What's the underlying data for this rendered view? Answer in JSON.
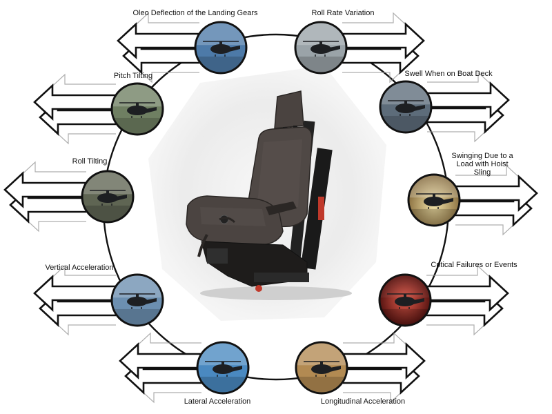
{
  "diagram": {
    "center_subject": "seat-illustration",
    "nodes": [
      {
        "id": "oleo",
        "label": "Oleo Deflection of the Landing Gears",
        "icon": "helicopter-landing-icon",
        "arrow_dir": "left",
        "tint": "#4d7aa8"
      },
      {
        "id": "roll-rate",
        "label": "Roll Rate Variation",
        "icon": "helicopter-front-icon",
        "arrow_dir": "right",
        "tint": "#9aa3a8"
      },
      {
        "id": "pitch",
        "label": "Pitch Tilting",
        "icon": "helicopter-pitch-icon",
        "arrow_dir": "left",
        "tint": "#6f7f62"
      },
      {
        "id": "swell",
        "label": "Swell When on Boat Deck",
        "icon": "helicopter-deck-icon",
        "arrow_dir": "right",
        "tint": "#5d6c7a"
      },
      {
        "id": "roll-tilt",
        "label": "Roll Tilting",
        "icon": "helicopter-roll-icon",
        "arrow_dir": "left",
        "tint": "#5f6553"
      },
      {
        "id": "swinging",
        "label": "Swinging Due to a\nLoad with Hoist Sling",
        "icon": "helicopter-hoist-icon",
        "arrow_dir": "right",
        "tint": "#b8995a"
      },
      {
        "id": "vertical",
        "label": "Vertical Acceleration",
        "icon": "helicopter-dust-icon",
        "arrow_dir": "left",
        "tint": "#6c8fb0"
      },
      {
        "id": "critical",
        "label": "Critical Failures or Events",
        "icon": "helicopter-alarm-icon",
        "arrow_dir": "right",
        "tint": "#9b1a1a"
      },
      {
        "id": "lateral",
        "label": "Lateral Acceleration",
        "icon": "helicopter-top-icon",
        "arrow_dir": "left",
        "tint": "#4a89c0"
      },
      {
        "id": "longitudinal",
        "label": "Longitudinal Acceleration",
        "icon": "helicopter-desert-icon",
        "arrow_dir": "right",
        "tint": "#b28a52"
      }
    ],
    "colors": {
      "ring": "#111111",
      "arrow_outline": "#111111",
      "arrow_ghost": "#9a9a9a",
      "center_fill": "#e9e9e9",
      "seat_fabric": "#4a4340",
      "seat_frame": "#1a1a1a",
      "seat_tag": "#c0392b"
    }
  }
}
